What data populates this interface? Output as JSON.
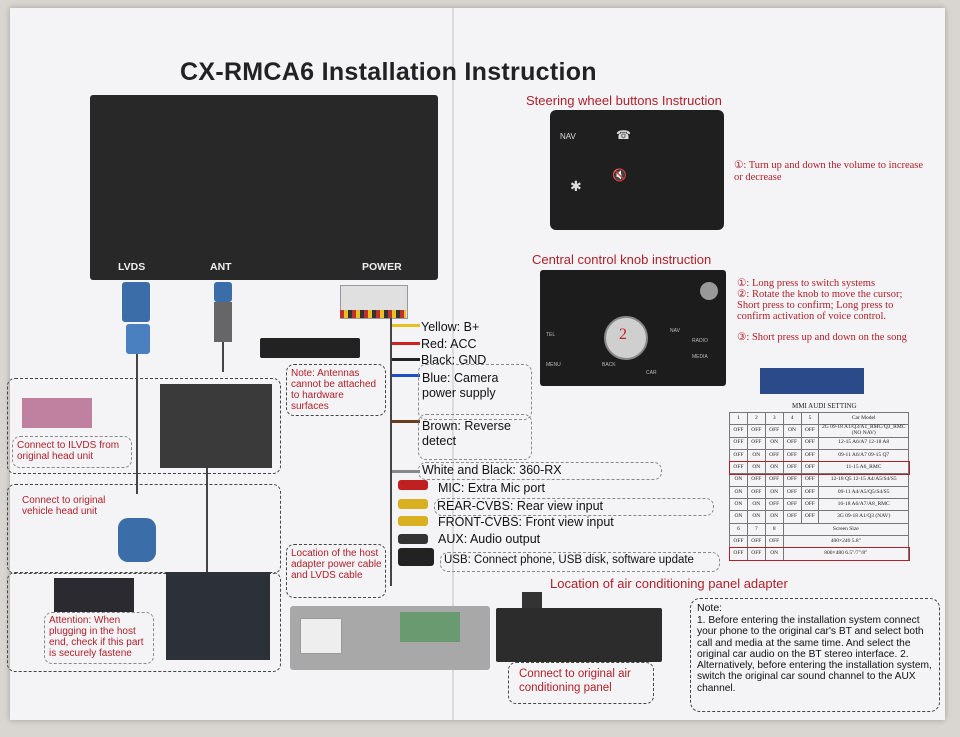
{
  "title": "CX-RMCA6 Installation Instruction",
  "screen": {
    "lvds": "LVDS",
    "ant": "ANT",
    "power": "POWER"
  },
  "steering": {
    "heading": "Steering wheel buttons Instruction",
    "nav": "NAV",
    "note": "①: Turn up and down the volume to increase or decrease"
  },
  "knob": {
    "heading": "Central control knob instruction",
    "num": "2",
    "notes": [
      "①: Long press to switch systems",
      "②: Rotate the knob to move the cursor; Short press to confirm; Long press to confirm activation of voice control.",
      "③: Short press up and down on the song"
    ],
    "btns": [
      "MENU",
      "BACK",
      "CAR",
      "RADIO",
      "MEDIA",
      "TEL",
      "NAV"
    ]
  },
  "notes_left": {
    "antenna": "Note: Antennas cannot be attached to hardware surfaces",
    "lvds_head": "Connect to ILVDS from original head unit",
    "orig_head": "Connect to original vehicle head unit",
    "attention": "Attention: When plugging in the host end, check if this part is securely fastene",
    "location": "Location of the host adapter power cable and LVDS cable"
  },
  "wires": [
    "Yellow: B+",
    "Red: ACC",
    "Black: GND",
    "Blue: Camera power supply",
    "Brown: Reverse detect",
    "White and Black: 360-RX",
    "MIC: Extra Mic port",
    "REAR-CVBS: Rear view input",
    "FRONT-CVBS: Front view input",
    "AUX: Audio output",
    "USB: Connect phone, USB disk, software update"
  ],
  "ac": {
    "location": "Location of air conditioning panel adapter",
    "connect": "Connect to original air conditioning panel"
  },
  "mmi": {
    "heading": "MMI AUDI SETTING",
    "header": [
      "1",
      "2",
      "3",
      "4",
      "5",
      "Car Model"
    ],
    "rows": [
      [
        "OFF",
        "OFF",
        "OFF",
        "ON",
        "OFF",
        "2G 09-18 A1/Q3/A1_RMC/Q3_RMC (NO NAV)"
      ],
      [
        "OFF",
        "OFF",
        "ON",
        "OFF",
        "OFF",
        "12-15 A6/A7 12-18 A8"
      ],
      [
        "OFF",
        "ON",
        "OFF",
        "OFF",
        "OFF",
        "09-11 A6/A7 09-15 Q7"
      ],
      [
        "OFF",
        "ON",
        "ON",
        "OFF",
        "OFF",
        "11-15 A6_RMC"
      ],
      [
        "ON",
        "OFF",
        "OFF",
        "OFF",
        "OFF",
        "12-18 Q5 12-15 A4/A5/S4/S5"
      ],
      [
        "ON",
        "OFF",
        "ON",
        "OFF",
        "OFF",
        "09-11 A4/A5/Q5/S4/S5"
      ],
      [
        "ON",
        "ON",
        "OFF",
        "OFF",
        "OFF",
        "16-18 A6/A7/A8_RMC"
      ],
      [
        "ON",
        "ON",
        "ON",
        "OFF",
        "OFF",
        "3G 09-18 A1/Q3 (NAV)"
      ]
    ],
    "screen_header": [
      "6",
      "7",
      "8",
      "Screen Size"
    ],
    "screen_rows": [
      [
        "OFF",
        "OFF",
        "OFF",
        "400×240 5.8\""
      ],
      [
        "OFF",
        "OFF",
        "ON",
        "800×480 6.5\"/7\"/8\""
      ]
    ]
  },
  "note_right": {
    "heading": "Note:",
    "text": "1. Before entering the installation system connect your phone to the original car's BT and select both call and media at the same time. And select the original car audio on the BT stereo interface. 2. Alternatively, before entering the installation system, switch the original car sound channel to the AUX channel."
  },
  "colors": {
    "accent": "#b0202a",
    "wire_yellow": "#e8c020",
    "wire_red": "#d02020",
    "wire_blue": "#2050c0",
    "wire_brown": "#6b3a1a"
  }
}
